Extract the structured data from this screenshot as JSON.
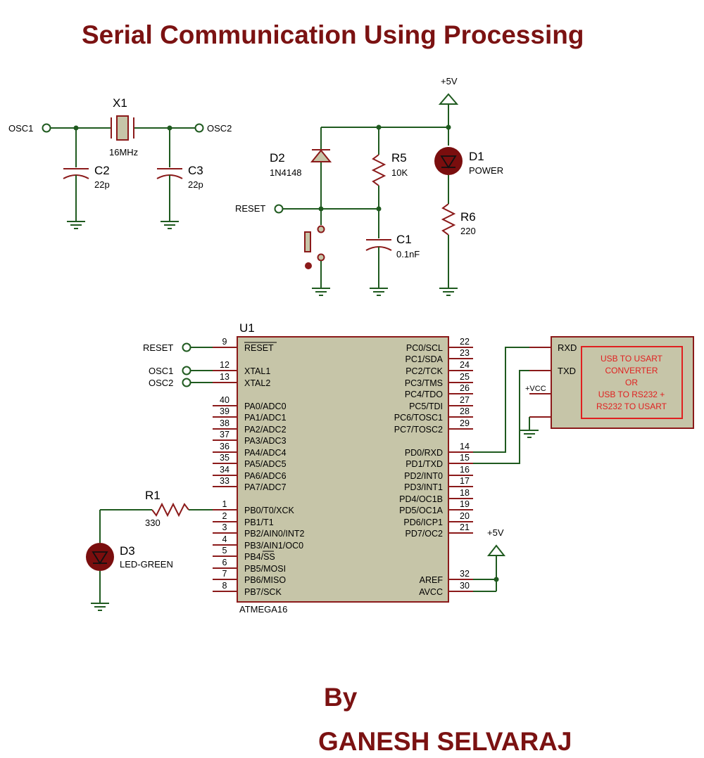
{
  "title": "Serial Communication Using Processing",
  "author_by": "By",
  "author_name": "GANESH SELVARAJ",
  "oscillator": {
    "osc1": "OSC1",
    "osc2": "OSC2",
    "x1_ref": "X1",
    "x1_value": "16MHz",
    "c2_ref": "C2",
    "c2_value": "22p",
    "c3_ref": "C3",
    "c3_value": "22p"
  },
  "reset_circuit": {
    "vcc": "+5V",
    "reset": "RESET",
    "d2_ref": "D2",
    "d2_value": "1N4148",
    "r5_ref": "R5",
    "r5_value": "10K",
    "c1_ref": "C1",
    "c1_value": "0.1nF",
    "d1_ref": "D1",
    "d1_value": "POWER",
    "r6_ref": "R6",
    "r6_value": "220"
  },
  "mcu": {
    "ref": "U1",
    "part": "ATMEGA16",
    "left_pins": [
      {
        "num": "9",
        "name": "RESET"
      },
      {
        "num": "12",
        "name": "XTAL1"
      },
      {
        "num": "13",
        "name": "XTAL2"
      },
      {
        "num": "40",
        "name": "PA0/ADC0"
      },
      {
        "num": "39",
        "name": "PA1/ADC1"
      },
      {
        "num": "38",
        "name": "PA2/ADC2"
      },
      {
        "num": "37",
        "name": "PA3/ADC3"
      },
      {
        "num": "36",
        "name": "PA4/ADC4"
      },
      {
        "num": "35",
        "name": "PA5/ADC5"
      },
      {
        "num": "34",
        "name": "PA6/ADC6"
      },
      {
        "num": "33",
        "name": "PA7/ADC7"
      },
      {
        "num": "1",
        "name": "PB0/T0/XCK"
      },
      {
        "num": "2",
        "name": "PB1/T1"
      },
      {
        "num": "3",
        "name": "PB2/AIN0/INT2"
      },
      {
        "num": "4",
        "name": "PB3/AIN1/OC0"
      },
      {
        "num": "5",
        "name": "PB4/SS"
      },
      {
        "num": "6",
        "name": "PB5/MOSI"
      },
      {
        "num": "7",
        "name": "PB6/MISO"
      },
      {
        "num": "8",
        "name": "PB7/SCK"
      }
    ],
    "right_pins": [
      {
        "num": "22",
        "name": "PC0/SCL"
      },
      {
        "num": "23",
        "name": "PC1/SDA"
      },
      {
        "num": "24",
        "name": "PC2/TCK"
      },
      {
        "num": "25",
        "name": "PC3/TMS"
      },
      {
        "num": "26",
        "name": "PC4/TDO"
      },
      {
        "num": "27",
        "name": "PC5/TDI"
      },
      {
        "num": "28",
        "name": "PC6/TOSC1"
      },
      {
        "num": "29",
        "name": "PC7/TOSC2"
      },
      {
        "num": "14",
        "name": "PD0/RXD"
      },
      {
        "num": "15",
        "name": "PD1/TXD"
      },
      {
        "num": "16",
        "name": "PD2/INT0"
      },
      {
        "num": "17",
        "name": "PD3/INT1"
      },
      {
        "num": "18",
        "name": "PD4/OC1B"
      },
      {
        "num": "19",
        "name": "PD5/OC1A"
      },
      {
        "num": "20",
        "name": "PD6/ICP1"
      },
      {
        "num": "21",
        "name": "PD7/OC2"
      },
      {
        "num": "32",
        "name": "AREF"
      },
      {
        "num": "30",
        "name": "AVCC"
      }
    ],
    "net_reset": "RESET",
    "net_osc1": "OSC1",
    "net_osc2": "OSC2",
    "vcc": "+5V"
  },
  "led_circuit": {
    "r1_ref": "R1",
    "r1_value": "330",
    "d3_ref": "D3",
    "d3_value": "LED-GREEN"
  },
  "converter": {
    "rxd": "RXD",
    "txd": "TXD",
    "vcc": "+VCC",
    "lines": [
      "USB TO USART",
      "CONVERTER",
      "OR",
      "USB TO RS232 +",
      "RS232 TO USART"
    ]
  },
  "colors": {
    "title": "#7b1212",
    "wire": "#1f5a1f",
    "component": "#8b1a1a",
    "chip_fill": "#c6c5a8",
    "converter_text": "#e02020"
  }
}
